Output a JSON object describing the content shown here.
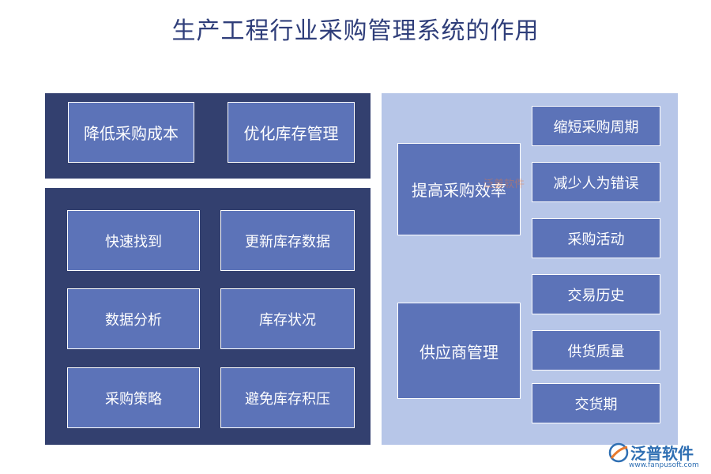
{
  "title": "生产工程行业采购管理系统的作用",
  "top_left": {
    "items": [
      "降低采购成本",
      "优化库存管理"
    ]
  },
  "bottom_left": {
    "items": [
      "快速找到",
      "更新库存数据",
      "数据分析",
      "库存状况",
      "采购策略",
      "避免库存积压"
    ]
  },
  "right": {
    "group_1": {
      "label": "提高采购效率",
      "items": [
        "缩短采购周期",
        "减少人为错误",
        "采购活动"
      ]
    },
    "group_2": {
      "label": "供应商管理",
      "items": [
        "交易历史",
        "供货质量",
        "交货期"
      ]
    }
  },
  "watermark": "泛普软件",
  "logo": {
    "name": "泛普软件",
    "url": "www.fanpusoft.com"
  },
  "colors": {
    "dark_panel": "#33406f",
    "light_panel": "#b7c6e8",
    "box": "#5c73b8",
    "title": "#2f3e7a"
  }
}
